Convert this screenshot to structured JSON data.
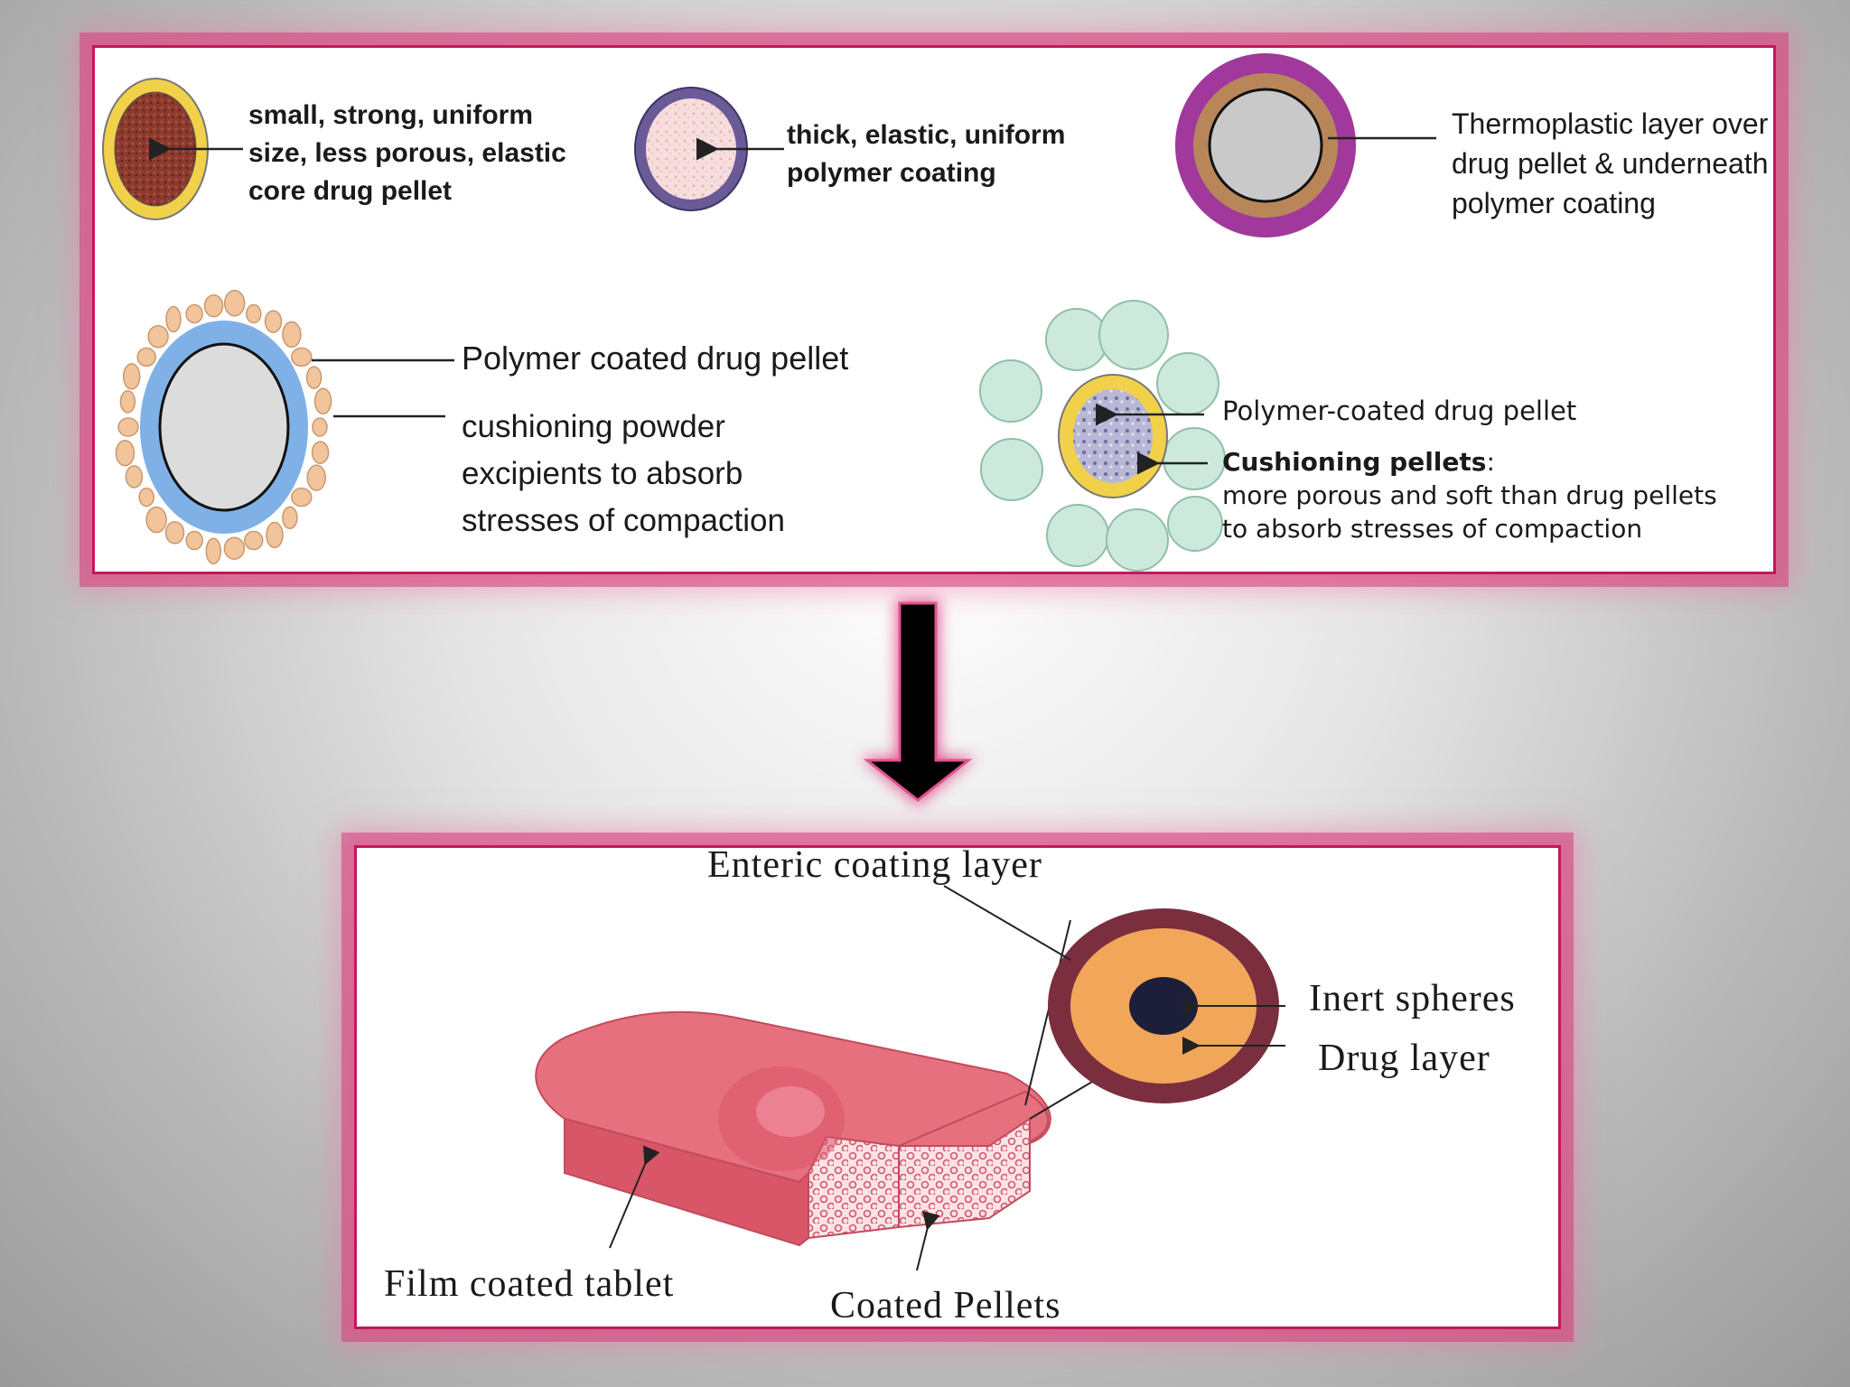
{
  "top": {
    "core_pellet": [
      "small, strong, uniform",
      "size, less porous, elastic",
      "core drug pellet"
    ],
    "polymer_coating": [
      "thick, elastic, uniform",
      "polymer coating"
    ],
    "thermoplastic": [
      "Thermoplastic layer over",
      "drug pellet & underneath",
      "polymer coating"
    ],
    "coated_pellet": "Polymer coated drug pellet",
    "cushioning_powder": [
      "cushioning powder",
      "excipients to absorb",
      "stresses of compaction"
    ],
    "coated_pellet_2": "Polymer-coated drug pellet",
    "cushioning_pellets_title": "Cushioning pellets",
    "cushioning_pellets_colon": ":",
    "cushioning_pellets_desc": [
      "more porous and soft than drug pellets",
      "to absorb stresses of compaction"
    ]
  },
  "bottom": {
    "enteric": "Enteric coating layer",
    "inert": "Inert spheres",
    "drug_layer": "Drug layer",
    "film_tablet": "Film coated tablet",
    "coated_pellets": "Coated Pellets"
  },
  "colors": {
    "panel_border": "#c2185b",
    "core_pellet_fill": "#8a3b2e",
    "core_pellet_ring": "#f1d14a",
    "thermo_outer": "#a0399b",
    "thermo_mid": "#b9865a",
    "powder_ring": "#7fb1e6",
    "powder_particles": "#f2c49b",
    "cushion_pellets": "#cde9dc",
    "tablet": "#e7707f",
    "enteric_ring": "#7a2e3e",
    "drug_layer": "#f2a65a",
    "inert_core": "#1d1f3a"
  }
}
